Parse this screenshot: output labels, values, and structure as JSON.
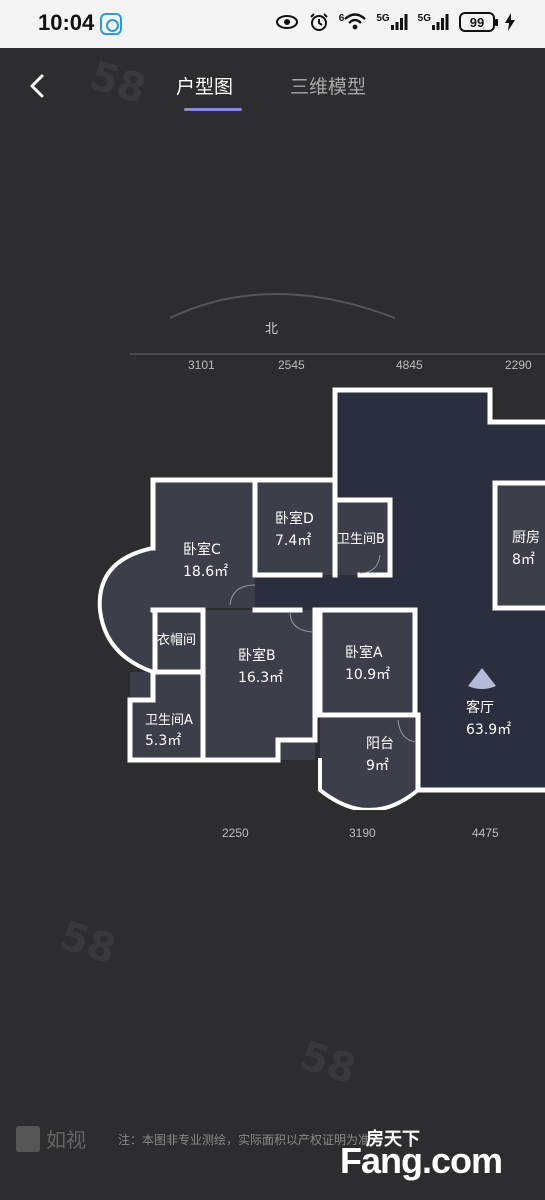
{
  "status_bar": {
    "time": "10:04",
    "signal1_label": "5G",
    "signal2_label": "5G",
    "wifi_label": "6",
    "battery": "99",
    "icons": [
      "eye-icon",
      "alarm-icon",
      "wifi-icon",
      "signal-icon",
      "signal-icon",
      "battery-icon",
      "charging-icon"
    ]
  },
  "header": {
    "tabs": [
      {
        "label": "户型图",
        "active": true
      },
      {
        "label": "三维模型",
        "active": false
      }
    ]
  },
  "plan": {
    "north": "北",
    "top_dims": [
      "3101",
      "2545",
      "4845",
      "2290"
    ],
    "bottom_dims": [
      "2250",
      "3190",
      "4475"
    ],
    "rooms": [
      {
        "name": "卧室C",
        "area": "18.6㎡"
      },
      {
        "name": "卧室D",
        "area": "7.4㎡"
      },
      {
        "name": "卫生间B",
        "area": ""
      },
      {
        "name": "厨房",
        "area": "8㎡"
      },
      {
        "name": "衣帽间",
        "area": ""
      },
      {
        "name": "卧室B",
        "area": "16.3㎡"
      },
      {
        "name": "卧室A",
        "area": "10.9㎡"
      },
      {
        "name": "客厅",
        "area": "63.9㎡"
      },
      {
        "name": "卫生间A",
        "area": "5.3㎡"
      },
      {
        "name": "阳台",
        "area": "9㎡"
      }
    ]
  },
  "footer": {
    "brand": "如视",
    "note": "注：本图非专业测绘，实际面积以产权证明为准",
    "fang_logo": "Fang.com",
    "fang_cn": "房天下"
  },
  "colors": {
    "background": "#2d2d2f",
    "room_fill": "#3c3e4a",
    "living_fill": "#2b2e3e",
    "wall": "#ffffff",
    "tab_indicator": "#9aa3ff"
  }
}
